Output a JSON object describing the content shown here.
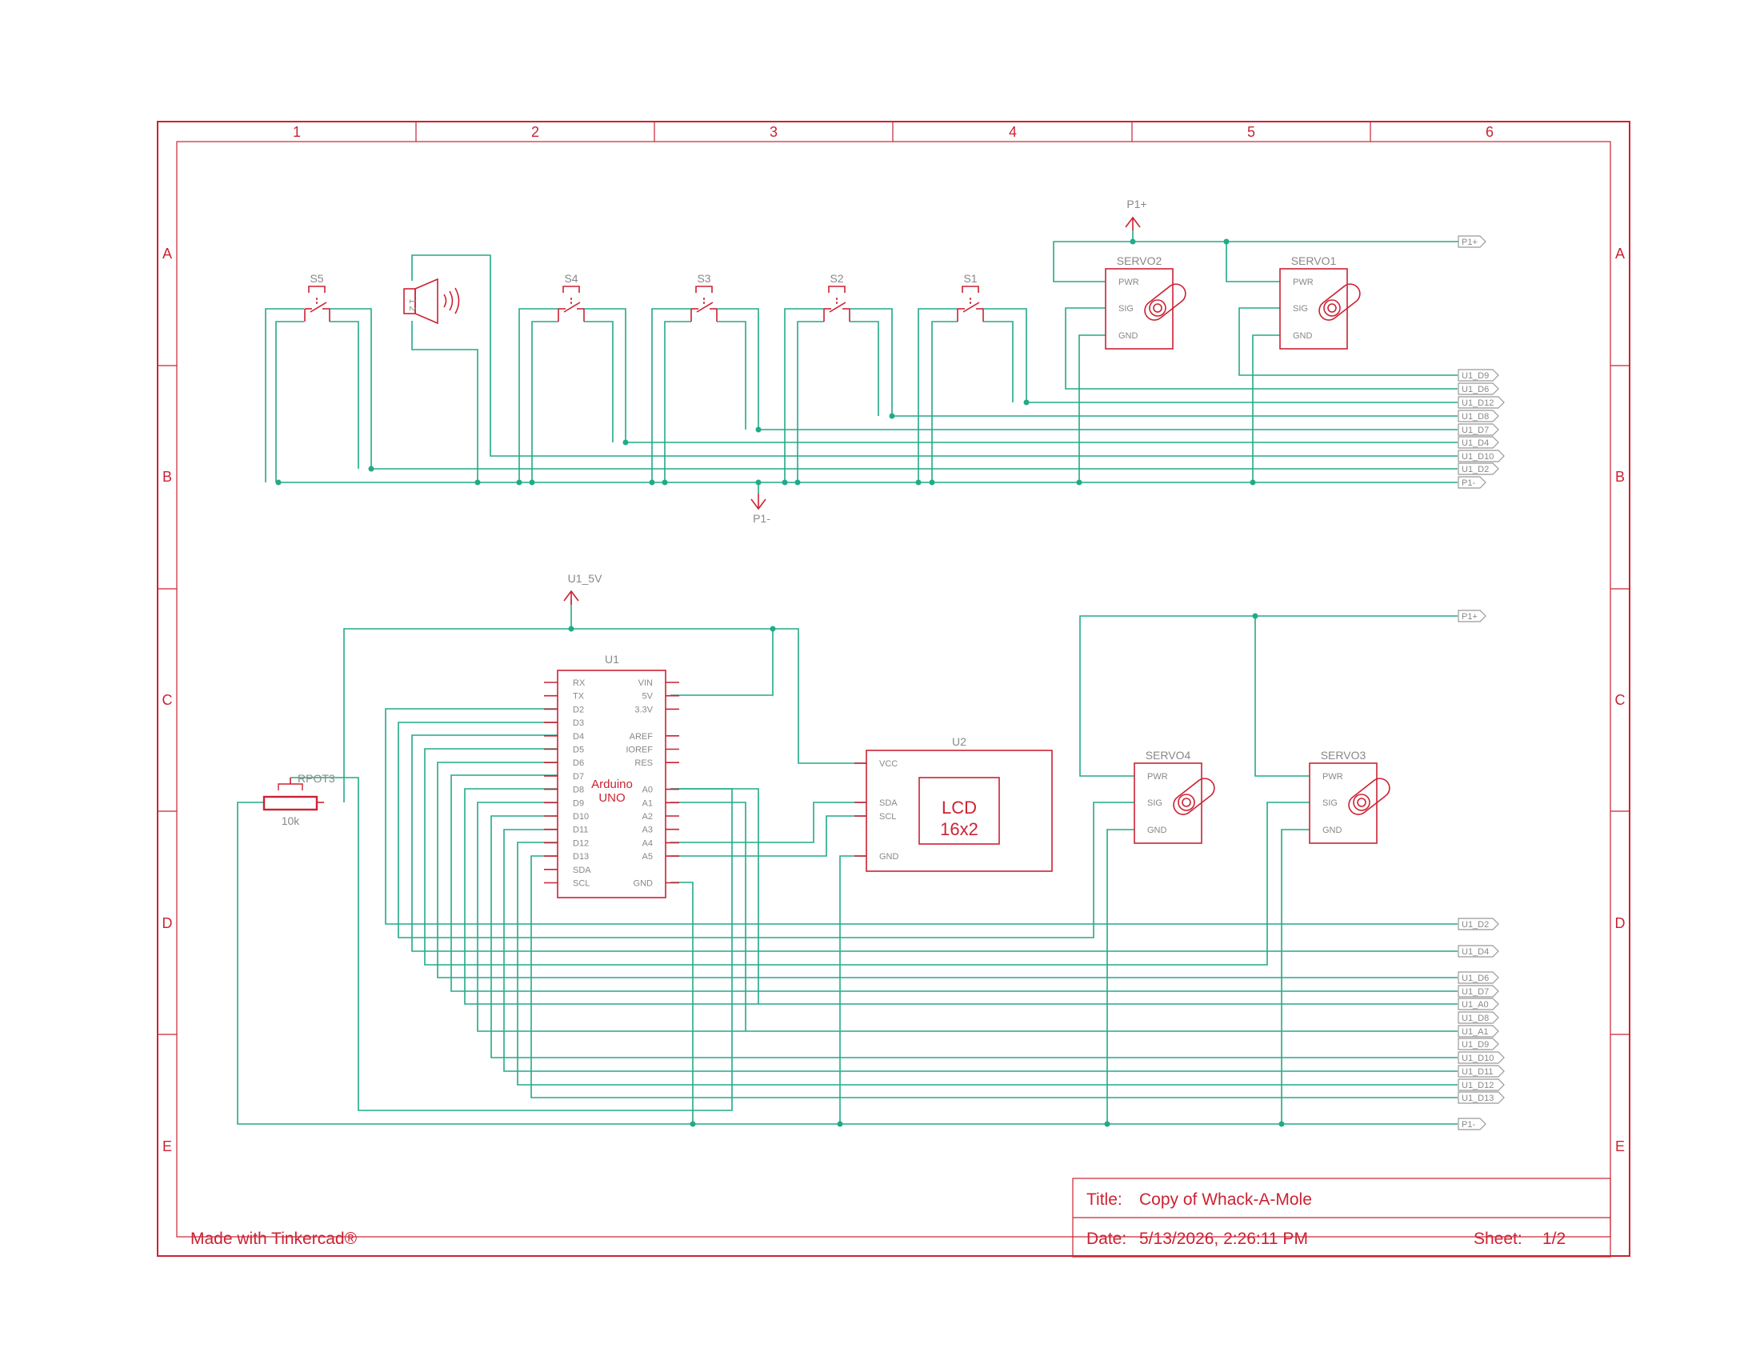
{
  "frame": {
    "columns": [
      "1",
      "2",
      "3",
      "4",
      "5",
      "6"
    ],
    "rows": [
      "A",
      "B",
      "C",
      "D",
      "E"
    ]
  },
  "title_block": {
    "title_label": "Title:",
    "title": "Copy of Whack-A-Mole",
    "date_label": "Date:",
    "date": "5/13/2026, 2:26:11 PM",
    "sheet_label": "Sheet:",
    "sheet": "1/2",
    "credit": "Made with Tinkercad®"
  },
  "components": {
    "s5": "S5",
    "s4": "S4",
    "s3": "S3",
    "s2": "S2",
    "s1": "S1",
    "servo1": "SERVO1",
    "servo2": "SERVO2",
    "servo3": "SERVO3",
    "servo4": "SERVO4",
    "servo_pins": [
      "PWR",
      "SIG",
      "GND"
    ],
    "u1": "U1",
    "u1_name": [
      "Arduino",
      "UNO"
    ],
    "u1_left_pins": [
      "RX",
      "TX",
      "D2",
      "D3",
      "D4",
      "D5",
      "D6",
      "D7",
      "D8",
      "D9",
      "D10",
      "D11",
      "D12",
      "D13",
      "SDA",
      "SCL"
    ],
    "u1_right_pins": [
      "VIN",
      "5V",
      "3.3V",
      "AREF",
      "IOREF",
      "RES",
      "A0",
      "A1",
      "A2",
      "A3",
      "A4",
      "A5",
      "GND"
    ],
    "u2": "U2",
    "u2_pins": [
      "VCC",
      "SDA",
      "SCL",
      "GND"
    ],
    "lcd": [
      "LCD",
      "16x2"
    ],
    "rpot": "RPOT3",
    "rpot_value": "10k",
    "buzzer_pins": "1 2",
    "p1_plus": "P1+",
    "p1_minus": "P1-",
    "u1_5v": "U1_5V"
  },
  "net_tags_top": [
    "P1+",
    "U1_D9",
    "U1_D6",
    "U1_D12",
    "U1_D8",
    "U1_D7",
    "U1_D4",
    "U1_D10",
    "U1_D2",
    "P1-"
  ],
  "net_tags_bottom": [
    "P1+",
    "U1_D2",
    "U1_D4",
    "U1_D6",
    "U1_D7",
    "U1_A0",
    "U1_D8",
    "U1_A1",
    "U1_D9",
    "U1_D10",
    "U1_D11",
    "U1_D12",
    "U1_D13",
    "P1-"
  ]
}
